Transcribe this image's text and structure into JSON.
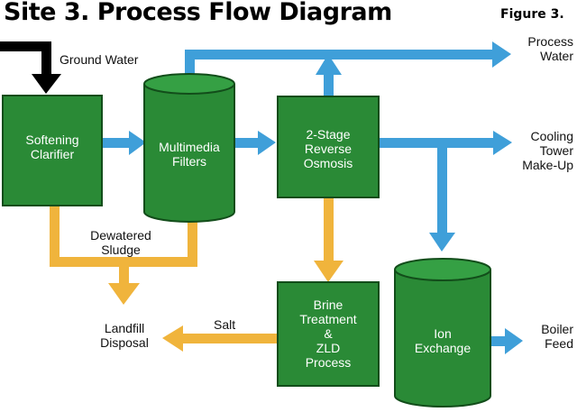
{
  "title": "Site 3. Process Flow Diagram",
  "figure_label": "Figure 3.",
  "colors": {
    "water": "#3f9fd9",
    "sludge": "#f0b43c",
    "feed": "#000000",
    "unit": "#2a8a36",
    "unit_border": "#124d1a"
  },
  "inputs": {
    "ground_water": "Ground Water"
  },
  "units": {
    "softening_clarifier": {
      "line1": "Softening",
      "line2": "Clarifier"
    },
    "multimedia_filters": {
      "line1": "Multimedia",
      "line2": "Filters"
    },
    "reverse_osmosis": {
      "line1": "2-Stage",
      "line2": "Reverse",
      "line3": "Osmosis"
    },
    "brine_treatment": {
      "line1": "Brine",
      "line2": "Treatment",
      "line3": "&",
      "line4": "ZLD",
      "line5": "Process"
    },
    "ion_exchange": {
      "line1": "Ion",
      "line2": "Exchange"
    }
  },
  "outputs": {
    "process_water": {
      "line1": "Process",
      "line2": "Water"
    },
    "cooling_tower": {
      "line1": "Cooling",
      "line2": "Tower",
      "line3": "Make-Up"
    },
    "boiler_feed": {
      "line1": "Boiler",
      "line2": "Feed"
    },
    "dewatered_sludge": {
      "line1": "Dewatered",
      "line2": "Sludge"
    },
    "landfill": {
      "line1": "Landfill",
      "line2": "Disposal"
    },
    "salt": "Salt"
  }
}
